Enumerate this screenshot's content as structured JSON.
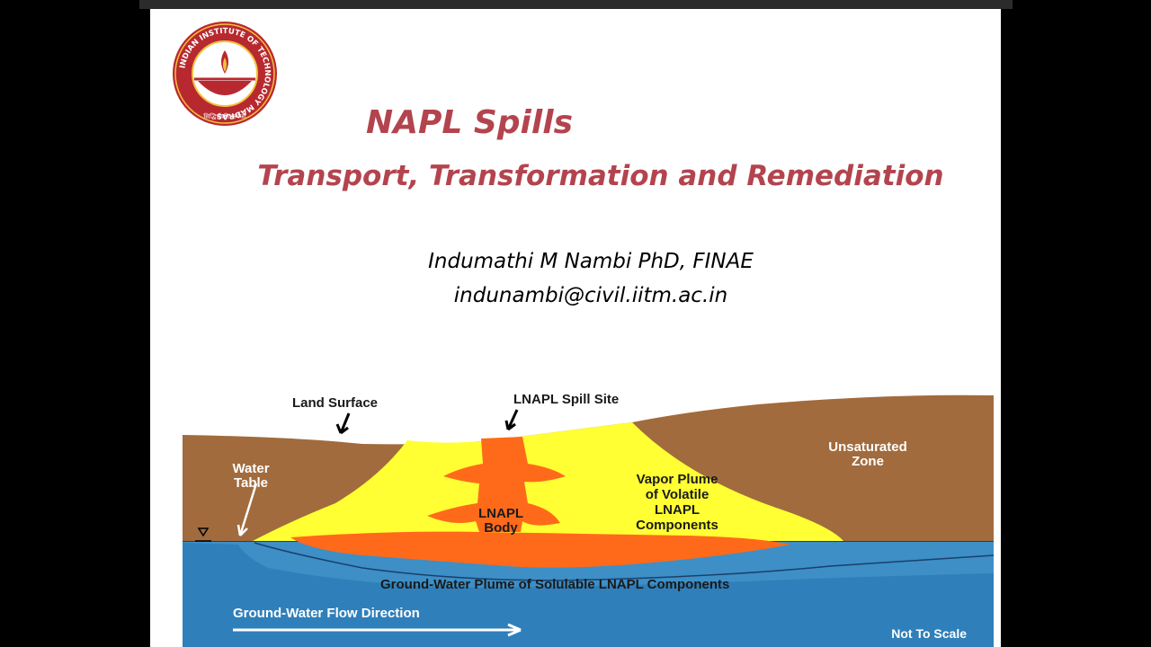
{
  "slide": {
    "title": "NAPL Spills",
    "subtitle": "Transport, Transformation  and Remediation",
    "author": "Indumathi M Nambi PhD, FINAE",
    "email": "indunambi@civil.iitm.ac.in"
  },
  "logo": {
    "ring_text": "INDIAN INSTITUTE OF TECHNOLOGY MADRAS",
    "motto": "सिद्धिर्भवति कर्मजा"
  },
  "diagram": {
    "labels": {
      "land_surface": "Land Surface",
      "spill_site": "LNAPL Spill Site",
      "water_table_1": "Water",
      "water_table_2": "Table",
      "unsaturated_1": "Unsaturated",
      "unsaturated_2": "Zone",
      "vapor_1": "Vapor Plume",
      "vapor_2": "of Volatile",
      "vapor_3": "LNAPL",
      "vapor_4": "Components",
      "lnapl_1": "LNAPL",
      "lnapl_2": "Body",
      "gw_plume": "Ground-Water Plume of Solulable LNAPL Components",
      "flow": "Ground-Water Flow Direction",
      "scale": "Not To Scale",
      "water_table_symbol": "∇"
    },
    "colors": {
      "soil": "#a16b3d",
      "vapor": "#ffff33",
      "lnapl": "#ff6a1a",
      "water": "#3d8fc6",
      "text_dark": "#1a1a1a",
      "text_light": "#ffffff",
      "title": "#b3444e"
    }
  }
}
